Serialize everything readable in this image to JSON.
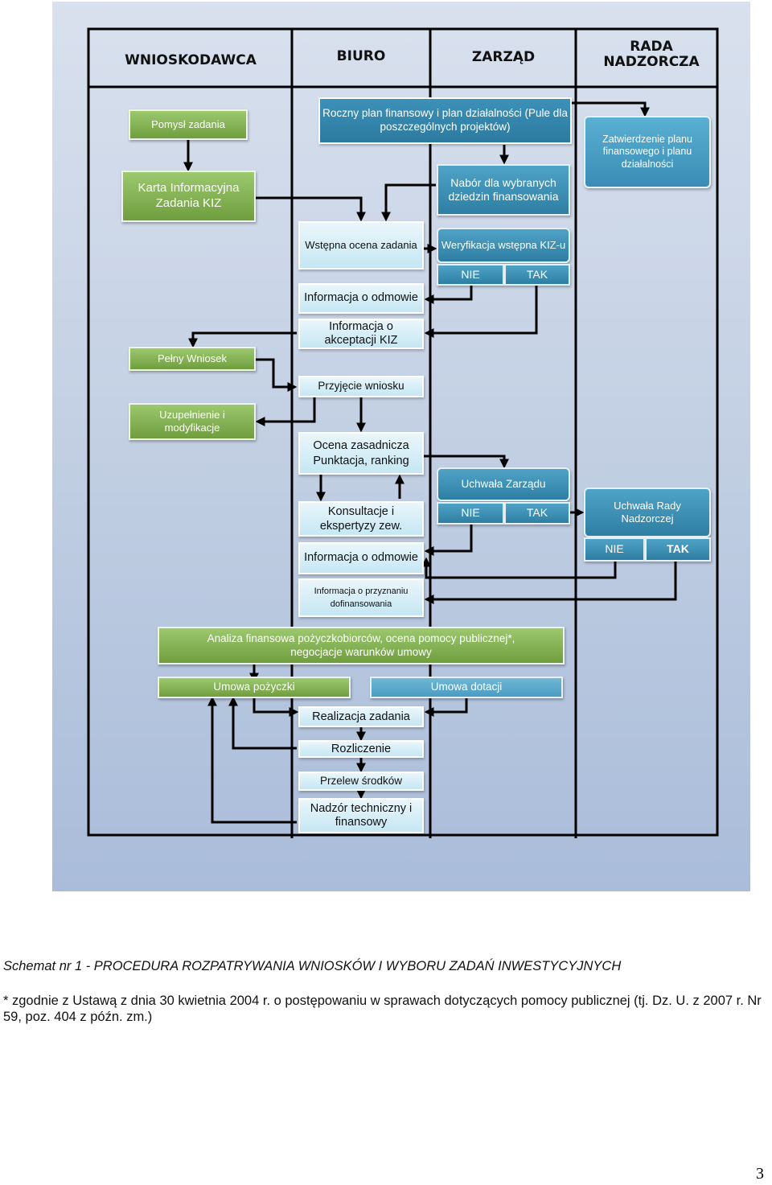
{
  "headers": {
    "applicant": "WNIOSKODAWCA",
    "office": "BIURO",
    "board": "ZARZĄD",
    "supervisory": "RADA NADZORCZA"
  },
  "boxes": {
    "idea": "Pomysł zadania",
    "info_card": "Karta Informacyjna Zadania KIZ",
    "annual_plan": "Roczny plan finansowy i plan działalności (Pule dla poszczególnych projektów)",
    "call": "Nabór dla wybranych dziedzin finansowania",
    "approval": "Zatwierdzenie planu finansowego i planu działalności",
    "initial_eval": "Wstępna ocena zadania",
    "initial_verif": "Weryfikacja wstępna KIZ-u",
    "no_1": "NIE",
    "yes_1": "TAK",
    "refusal_info_1": "Informacja o odmowie",
    "accept_info": "Informacja o akceptacji KIZ",
    "full_app": "Pełny Wniosek",
    "receipt": "Przyjęcie wniosku",
    "supplement": "Uzupełnienie i modyfikacje",
    "main_eval": "Ocena zasadnicza Punktacja, ranking",
    "board_resolution": "Uchwała Zarządu",
    "consult": "Konsultacje i ekspertyzy zew.",
    "no_2": "NIE",
    "yes_2": "TAK",
    "sb_resolution": "Uchwała Rady Nadzorczej",
    "no_3": "NIE",
    "yes_3": "TAK",
    "refusal_info_2": "Informacja o odmowie",
    "grant_info": "Informacja o przyznaniu dofinansowania",
    "fin_analysis": "Analiza finansowa pożyczkobiorców, ocena pomocy publicznej*, negocjacje warunków umowy",
    "loan_contract": "Umowa pożyczki",
    "grant_contract": "Umowa dotacji",
    "implementation": "Realizacja zadania",
    "settlement": "Rozliczenie",
    "transfer": "Przelew środków",
    "supervision": "Nadzór techniczny i finansowy"
  },
  "caption": {
    "title": "Schemat nr 1 - PROCEDURA ROZPATRYWANIA WNIOSKÓW I WYBORU ZADAŃ INWESTYCYJNYCH",
    "footnote": "* zgodnie z Ustawą z dnia 30 kwietnia 2004 r. o postępowaniu w sprawach dotyczących pomocy publicznej (tj. Dz. U. z 2007 r. Nr 59, poz. 404 z późn. zm.)"
  },
  "page_number": "3",
  "colors": {
    "green": "#7aab47",
    "blue": "#3b8fb6",
    "light_blue": "#d8eef7",
    "line": "#000000"
  }
}
